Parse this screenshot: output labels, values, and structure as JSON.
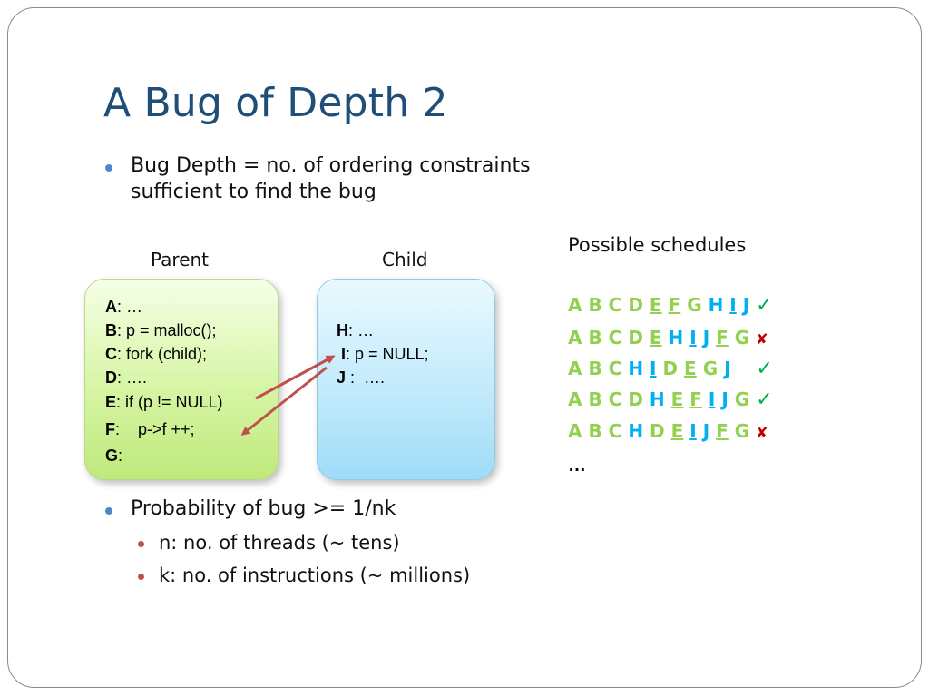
{
  "slide": {
    "title": "A Bug of Depth 2",
    "bullets": [
      {
        "line1": "Bug Depth = no. of ordering constraints",
        "line2": "sufficient to find the bug"
      },
      {
        "line1": "Probability of bug >= 1/nk"
      }
    ],
    "sub_bullets": [
      "n: no. of threads (~ tens)",
      "k: no. of instructions (~ millions)"
    ]
  },
  "parent": {
    "label": "Parent",
    "lines": [
      {
        "key": "A",
        "text": ": …"
      },
      {
        "key": "B",
        "text": ": p = malloc();"
      },
      {
        "key": "C",
        "text": ": fork (child);"
      },
      {
        "key": "D",
        "text": ": …."
      },
      {
        "key": "E",
        "text": ": if (p != NULL)"
      },
      {
        "key": "F",
        "text": ":    p->f ++;"
      },
      {
        "key": "G",
        "text": ":"
      }
    ]
  },
  "child": {
    "label": "Child",
    "lines": [
      {
        "key": "H",
        "text": ": …"
      },
      {
        "key": "I",
        "text": ": p = NULL;"
      },
      {
        "key": "J",
        "text": " :  …."
      }
    ]
  },
  "schedules": {
    "heading": "Possible schedules",
    "ellipsis": "…",
    "rows": [
      {
        "tokens": [
          "A",
          "B",
          "C",
          "D",
          "E",
          "F",
          "G",
          "H",
          "I",
          "J"
        ],
        "mark": "✓",
        "ok": true
      },
      {
        "tokens": [
          "A",
          "B",
          "C",
          "D",
          "E",
          "H",
          "I",
          "J",
          "F",
          "G"
        ],
        "mark": "✘",
        "ok": false
      },
      {
        "tokens": [
          "A",
          "B",
          "C",
          "H",
          "I",
          "D",
          "E",
          "G",
          "J"
        ],
        "mark": "✓",
        "ok": true
      },
      {
        "tokens": [
          "A",
          "B",
          "C",
          "D",
          "H",
          "E",
          "F",
          "I",
          "J",
          "G"
        ],
        "mark": "✓",
        "ok": true
      },
      {
        "tokens": [
          "A",
          "B",
          "C",
          "H",
          "D",
          "E",
          "I",
          "J",
          "F",
          "G"
        ],
        "mark": "✘",
        "ok": false
      }
    ]
  },
  "colors": {
    "title": "#1f4e79",
    "parent_token": "#92d050",
    "child_token": "#00b0f0",
    "check": "#00b050",
    "cross": "#c00000",
    "arrow": "#c0504d"
  }
}
